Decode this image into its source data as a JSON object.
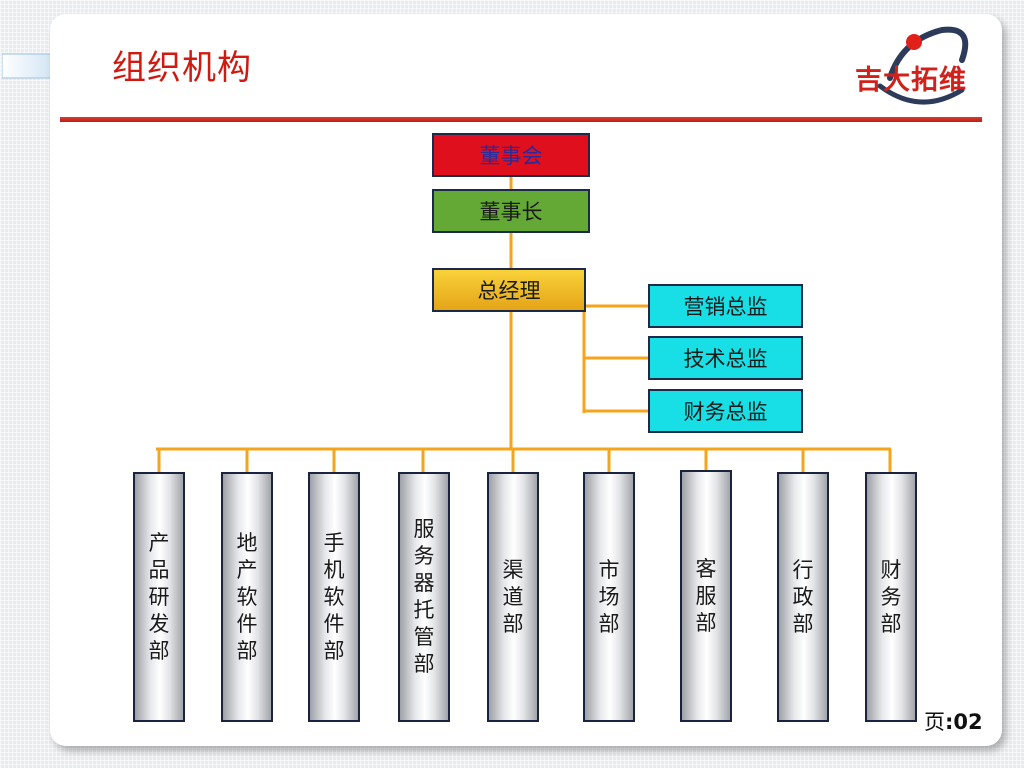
{
  "title": "组织机构",
  "logo_text": "吉大拓维",
  "org": {
    "board": "董事会",
    "chairman": "董事长",
    "general_manager": "总经理",
    "directors": [
      "营销总监",
      "技术总监",
      "财务总监"
    ],
    "departments": [
      "产品研发部",
      "地产软件部",
      "手机软件部",
      "服务器托管部",
      "渠道部",
      "市场部",
      "客服部",
      "行政部",
      "财务部"
    ]
  },
  "page": {
    "prefix": "页",
    "number": ":02"
  },
  "colors": {
    "title": "#d01a10",
    "connector": "#f5a41c",
    "board_fill": "#e00f1e",
    "chairman_fill": "#64a936",
    "gm_fill": "#f2c02e",
    "director_fill": "#18dfe5"
  }
}
